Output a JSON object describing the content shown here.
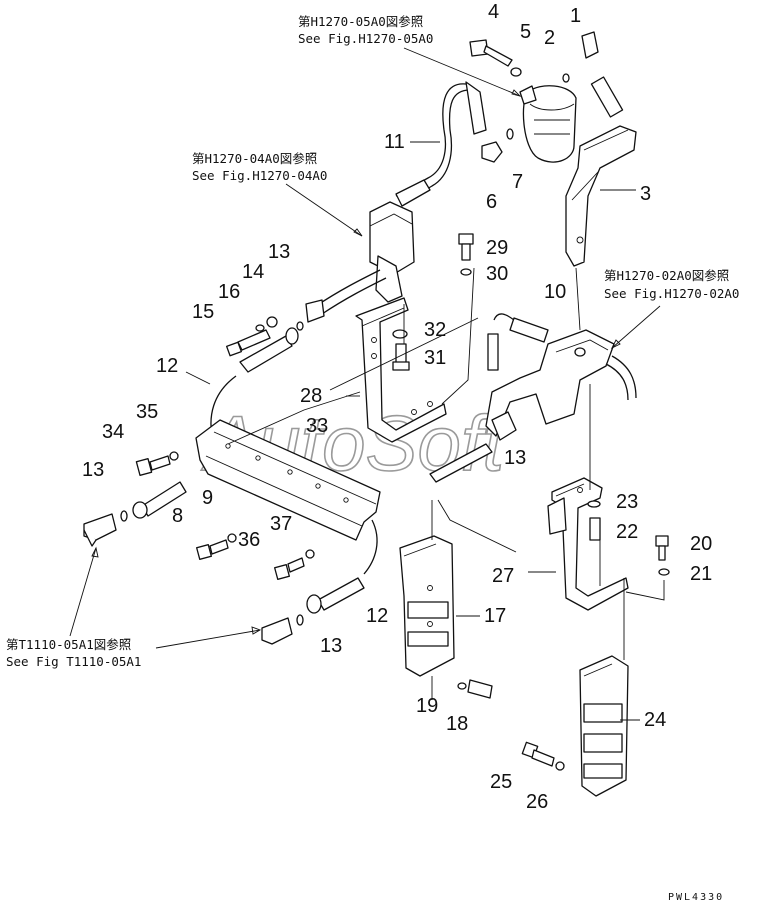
{
  "references": {
    "h1270_05a0_jp": "第H1270-05A0図参照",
    "h1270_05a0_en": "See Fig.H1270-05A0",
    "h1270_04a0_jp": "第H1270-04A0図参照",
    "h1270_04a0_en": "See Fig.H1270-04A0",
    "h1270_02a0_jp": "第H1270-02A0図参照",
    "h1270_02a0_en": "See Fig.H1270-02A0",
    "t1110_05a1_jp": "第T1110-05A1図参照",
    "t1110_05a1_en": "See Fig T1110-05A1"
  },
  "callouts": {
    "c1": "1",
    "c2": "2",
    "c3": "3",
    "c4": "4",
    "c5": "5",
    "c6": "6",
    "c7": "7",
    "c8": "8",
    "c9": "9",
    "c10": "10",
    "c11": "11",
    "c12a": "12",
    "c12b": "12",
    "c13a": "13",
    "c13b": "13",
    "c13c": "13",
    "c13d": "13",
    "c14": "14",
    "c15": "15",
    "c16": "16",
    "c17": "17",
    "c18": "18",
    "c19": "19",
    "c20": "20",
    "c21": "21",
    "c22": "22",
    "c23": "23",
    "c24": "24",
    "c25": "25",
    "c26": "26",
    "c27": "27",
    "c28": "28",
    "c29": "29",
    "c30": "30",
    "c31": "31",
    "c32": "32",
    "c33": "33",
    "c34": "34",
    "c35": "35",
    "c36": "36",
    "c37": "37"
  },
  "watermark": "AutoSoft",
  "drawing_code": "PWL4330"
}
